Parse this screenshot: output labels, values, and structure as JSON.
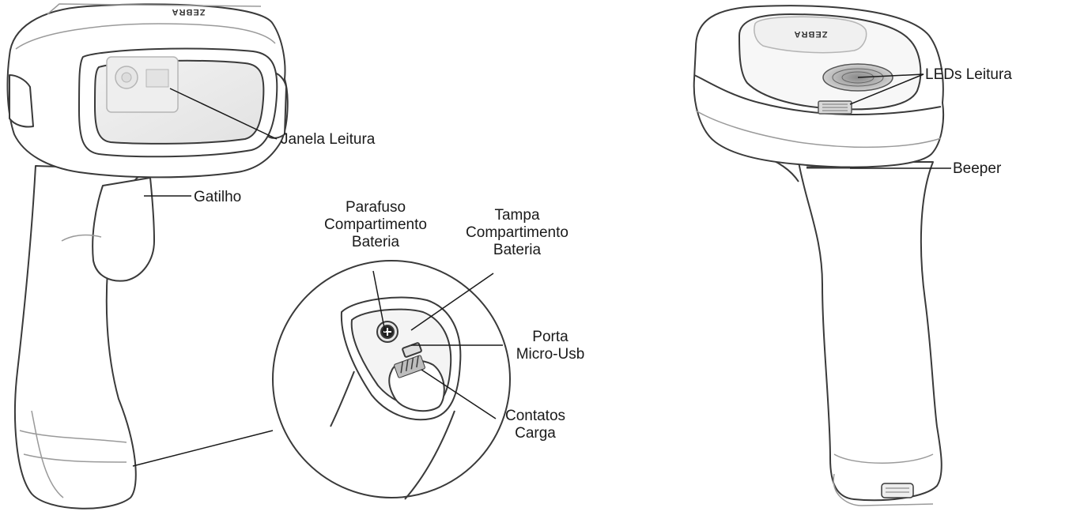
{
  "labels": {
    "janela_leitura": "Janela Leitura",
    "gatilho": "Gatilho",
    "parafuso": [
      "Parafuso",
      "Compartimento",
      "Bateria"
    ],
    "tampa": [
      "Tampa",
      "Compartimento",
      "Bateria"
    ],
    "porta": [
      "Porta",
      "Micro-Usb"
    ],
    "contatos": [
      "Contatos",
      "Carga"
    ],
    "leds": "LEDs Leitura",
    "beeper": "Beeper"
  },
  "logo_text": "ZEBRA",
  "colors": {
    "line": "#1a1a1a",
    "outline": "#3a3a3a",
    "light_stroke": "#9a9a9a",
    "fill": "#ffffff",
    "window": "#e9e9e9"
  }
}
